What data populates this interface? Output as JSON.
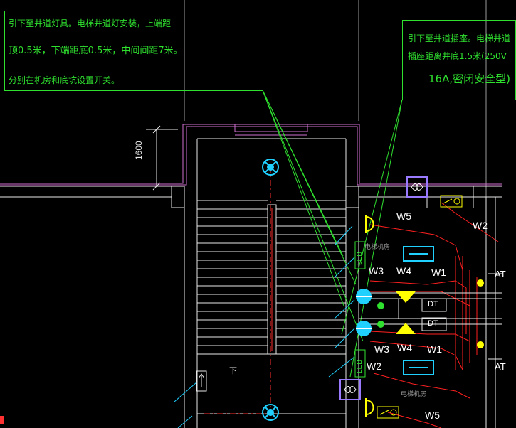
{
  "notes": {
    "lamp": {
      "line1": "引下至井道灯具。电梯井道灯安装，上端距",
      "line2": "顶0.5米，下端距底0.5米，中间间距7米。",
      "line3": "分别在机房和底坑设置开关。"
    },
    "socket": {
      "line1": "引下至井道插座。电梯井道",
      "line2": "插座距离井底1.5米(250V",
      "line3": "16A,密闭安全型)"
    }
  },
  "dimension": {
    "value": "1600"
  },
  "labels": {
    "w5_top": "W5",
    "w2_top": "W2",
    "w3_upper": "W3",
    "w4_upper": "W4",
    "w1_upper": "W1",
    "w3_lower": "W3",
    "w4_lower": "W4",
    "w1_lower": "W1",
    "w2_lower": "W2",
    "w5_bottom": "W5",
    "dt_upper": "DT",
    "dt_lower": "DT",
    "leb_upper": "LEB",
    "leb_lower": "LEB",
    "machine_room_upper": "电梯机房",
    "machine_room_lower": "电梯机房",
    "stair_down": "下",
    "at_upper": "AT",
    "at_lower": "AT"
  },
  "colors": {
    "background": "#000000",
    "note_green": "#2fe02f",
    "wall_white": "#e8e8e8",
    "wall_magenta": "#d070d0",
    "wire_red": "#ff2020",
    "symbol_cyan": "#20d0ff",
    "symbol_yellow": "#ffff00",
    "label_white": "#ffffff",
    "axis_red": "#ff3030"
  },
  "icons": [
    "ceiling-lamp-icon",
    "wall-socket-icon",
    "exhaust-fan-icon",
    "switch-box-icon",
    "distribution-panel-icon",
    "up-arrow-icon"
  ]
}
